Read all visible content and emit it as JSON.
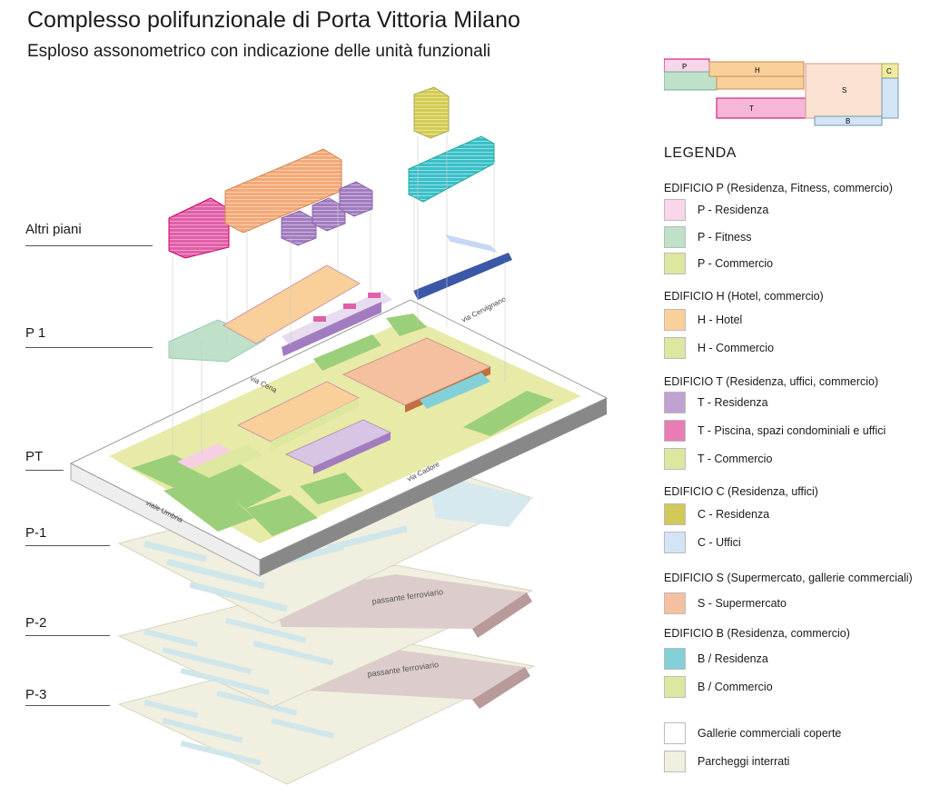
{
  "title": "Complesso polifunzionale di Porta Vittoria Milano",
  "subtitle": "Esploso assonometrico con indicazione delle unità funzionali",
  "levels": [
    {
      "id": "altri",
      "label": "Altri piani"
    },
    {
      "id": "p1",
      "label": "P 1"
    },
    {
      "id": "pt",
      "label": "PT"
    },
    {
      "id": "pm1",
      "label": "P-1"
    },
    {
      "id": "pm2",
      "label": "P-2"
    },
    {
      "id": "pm3",
      "label": "P-3"
    }
  ],
  "street_labels": {
    "umbria": "viale Umbria",
    "cena": "via Cena",
    "cervignano": "via Cervignano",
    "cadore": "via Cadore"
  },
  "rail_label": "passante ferroviario",
  "keyplan_labels": {
    "p": "P",
    "h": "H",
    "c": "C",
    "s": "S",
    "t": "T",
    "b": "B"
  },
  "legend": {
    "title": "LEGENDA",
    "groups": [
      {
        "title": "EDIFICIO P (Residenza, Fitness, commercio)",
        "items": [
          {
            "label": "P - Residenza",
            "color": "#f9d6ea"
          },
          {
            "label": "P - Fitness",
            "color": "#bfe0c9"
          },
          {
            "label": "P - Commercio",
            "color": "#dde7a0"
          }
        ]
      },
      {
        "title": "EDIFICIO H (Hotel, commercio)",
        "items": [
          {
            "label": "H - Hotel",
            "color": "#fad09a"
          },
          {
            "label": "H - Commercio",
            "color": "#dde7a0"
          }
        ]
      },
      {
        "title": "EDIFICIO T (Residenza, uffici, commercio)",
        "items": [
          {
            "label": "T - Residenza",
            "color": "#c0a2d0"
          },
          {
            "label": "T - Piscina, spazi condominiali e uffici",
            "color": "#e87cb4"
          },
          {
            "label": "T - Commercio",
            "color": "#dde7a0"
          }
        ]
      },
      {
        "title": "EDIFICIO C (Residenza, uffici)",
        "items": [
          {
            "label": "C - Residenza",
            "color": "#d3c85a"
          },
          {
            "label": "C - Uffici",
            "color": "#d3e4f4"
          }
        ]
      },
      {
        "title": "EDIFICIO S (Supermercato, gallerie commerciali)",
        "items": [
          {
            "label": "S - Supermercato",
            "color": "#f4c0a0"
          }
        ]
      },
      {
        "title": "EDIFICIO B (Residenza, commercio)",
        "items": [
          {
            "label": "B / Residenza",
            "color": "#84d0d8"
          },
          {
            "label": "B / Commercio",
            "color": "#dde7a0"
          }
        ]
      }
    ],
    "extras": [
      {
        "label": "Gallerie commerciali coperte",
        "color": "#ffffff"
      },
      {
        "label": "Parcheggi interrati",
        "color": "#f1efe0"
      }
    ]
  }
}
